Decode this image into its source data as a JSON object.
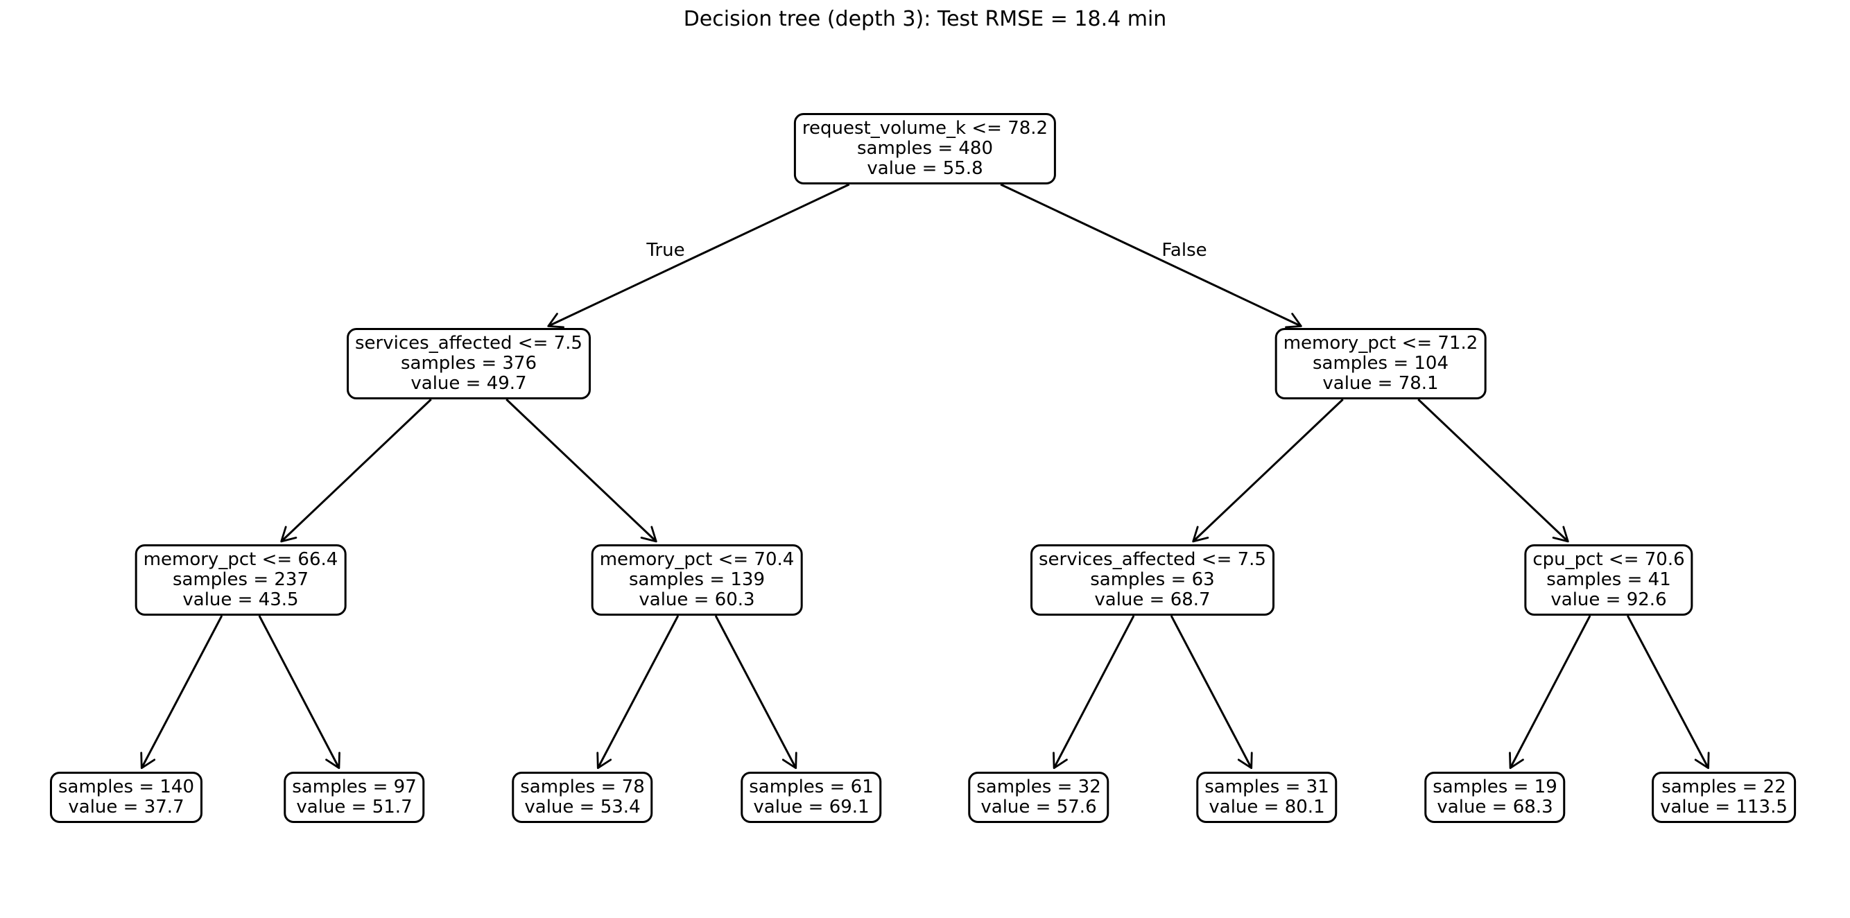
{
  "title": "Decision tree (depth 3): Test RMSE = 18.4 min",
  "edge_labels": {
    "true_branch": "True",
    "false_branch": "False"
  },
  "colors": {
    "background": "#ffffff",
    "node_fill": "#ffffff",
    "node_border": "#000000",
    "edge": "#000000",
    "text": "#000000"
  },
  "tree": {
    "type": "decision-tree-regressor",
    "depth": "3",
    "nodes": [
      {
        "id": "root",
        "lines": [
          "request_volume_k <= 78.2",
          "samples = 480",
          "value = 55.8"
        ],
        "children": [
          "l",
          "r"
        ]
      },
      {
        "id": "l",
        "lines": [
          "services_affected <= 7.5",
          "samples = 376",
          "value = 49.7"
        ],
        "children": [
          "ll",
          "lr"
        ]
      },
      {
        "id": "r",
        "lines": [
          "memory_pct <= 71.2",
          "samples = 104",
          "value = 78.1"
        ],
        "children": [
          "rl",
          "rr"
        ]
      },
      {
        "id": "ll",
        "lines": [
          "memory_pct <= 66.4",
          "samples = 237",
          "value = 43.5"
        ],
        "children": [
          "lll",
          "llr"
        ]
      },
      {
        "id": "lr",
        "lines": [
          "memory_pct <= 70.4",
          "samples = 139",
          "value = 60.3"
        ],
        "children": [
          "lrl",
          "lrr"
        ]
      },
      {
        "id": "rl",
        "lines": [
          "services_affected <= 7.5",
          "samples = 63",
          "value = 68.7"
        ],
        "children": [
          "rll",
          "rlr"
        ]
      },
      {
        "id": "rr",
        "lines": [
          "cpu_pct <= 70.6",
          "samples = 41",
          "value = 92.6"
        ],
        "children": [
          "rrl",
          "rrr"
        ]
      },
      {
        "id": "lll",
        "lines": [
          "samples = 140",
          "value = 37.7"
        ],
        "children": []
      },
      {
        "id": "llr",
        "lines": [
          "samples = 97",
          "value = 51.7"
        ],
        "children": []
      },
      {
        "id": "lrl",
        "lines": [
          "samples = 78",
          "value = 53.4"
        ],
        "children": []
      },
      {
        "id": "lrr",
        "lines": [
          "samples = 61",
          "value = 69.1"
        ],
        "children": []
      },
      {
        "id": "rll",
        "lines": [
          "samples = 32",
          "value = 57.6"
        ],
        "children": []
      },
      {
        "id": "rlr",
        "lines": [
          "samples = 31",
          "value = 80.1"
        ],
        "children": []
      },
      {
        "id": "rrl",
        "lines": [
          "samples = 19",
          "value = 68.3"
        ],
        "children": []
      },
      {
        "id": "rrr",
        "lines": [
          "samples = 22",
          "value = 113.5"
        ],
        "children": []
      }
    ]
  }
}
